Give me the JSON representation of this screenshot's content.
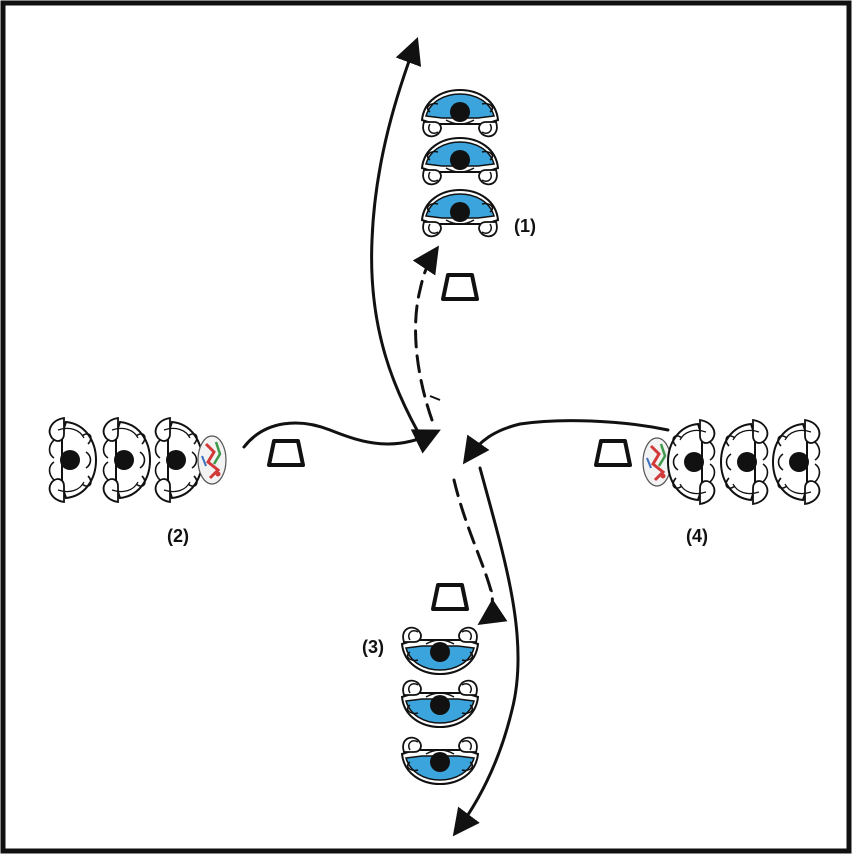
{
  "groups": [
    {
      "id": "1",
      "label": "(1)",
      "players": 3,
      "jersey": "blue",
      "facing": "down"
    },
    {
      "id": "2",
      "label": "(2)",
      "players": 3,
      "jersey": "white",
      "facing": "right",
      "has_ball": true
    },
    {
      "id": "3",
      "label": "(3)",
      "players": 3,
      "jersey": "blue",
      "facing": "up"
    },
    {
      "id": "4",
      "label": "(4)",
      "players": 3,
      "jersey": "white",
      "facing": "left",
      "has_ball": true
    }
  ],
  "cones": 4,
  "colors": {
    "blue_jersey": "#3ba4dd",
    "white_jersey": "#ffffff",
    "outline": "#111111",
    "head": "#111111",
    "ball_red": "#d23a3a",
    "ball_green": "#3e9a4a"
  },
  "legend": {
    "run_path": "solid-arrow",
    "pass_path": "dashed-arrow"
  }
}
